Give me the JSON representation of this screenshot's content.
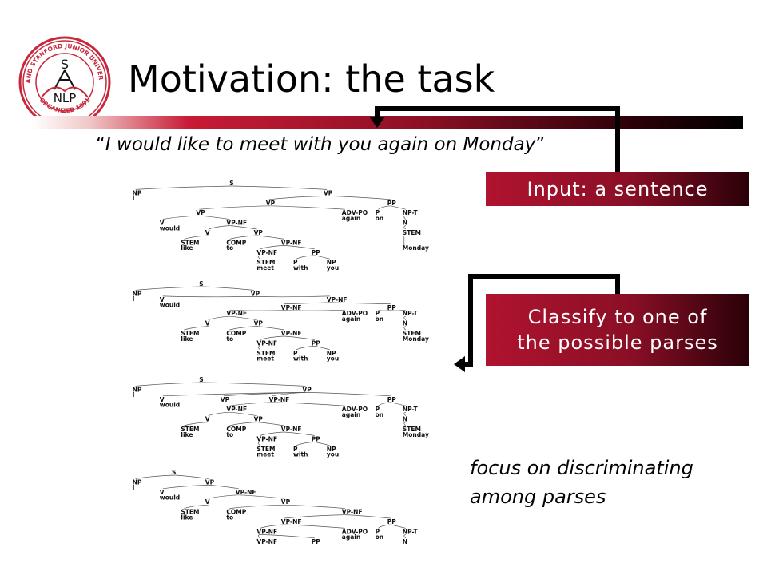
{
  "slide": {
    "title": "Motivation: the task",
    "quote_open": "“",
    "quote_text": "I would like to meet with you again on Monday",
    "quote_close": "”",
    "input_box": "Input: a sentence",
    "classify_box_line1": "Classify to one of",
    "classify_box_line2": "the possible parses",
    "focus_line1": "focus on discriminating",
    "focus_line2": "among parses"
  },
  "logo": {
    "top_text": "LELAND STANFORD JUNIOR UNIVERSITY",
    "bottom_text": "ORGANIZED 1891",
    "center_top": "S",
    "center_bottom": "NLP"
  },
  "colors": {
    "accent_red": "#b0132f",
    "dark": "#000000"
  },
  "parse_trees": [
    {
      "nodes": [
        {
          "id": "S",
          "label": "S",
          "col": 0.34,
          "row": 0
        },
        {
          "id": "NP",
          "label": "NP",
          "col": 0.02,
          "row": 1,
          "parent": "S"
        },
        {
          "id": "VP0",
          "label": "VP",
          "col": 0.65,
          "row": 1,
          "parent": "S"
        },
        {
          "id": "I",
          "label": "I",
          "col": 0.02,
          "row": 1.55,
          "parent": "NP",
          "leaf": true
        },
        {
          "id": "VP1",
          "label": "VP",
          "col": 0.46,
          "row": 2,
          "parent": "VP0"
        },
        {
          "id": "PP",
          "label": "PP",
          "col": 0.86,
          "row": 2,
          "parent": "VP0"
        },
        {
          "id": "VP2",
          "label": "VP",
          "col": 0.23,
          "row": 3,
          "parent": "VP1"
        },
        {
          "id": "ADV",
          "label": "ADV-PO",
          "col": 0.71,
          "row": 3,
          "parent": "VP1"
        },
        {
          "id": "P",
          "label": "P",
          "col": 0.82,
          "row": 3,
          "parent": "PP"
        },
        {
          "id": "NPT",
          "label": "NP-T",
          "col": 0.91,
          "row": 3,
          "parent": "PP"
        },
        {
          "id": "again",
          "label": "again",
          "col": 0.71,
          "row": 3.55,
          "parent": "ADV",
          "leaf": true
        },
        {
          "id": "on",
          "label": "on",
          "col": 0.82,
          "row": 3.55,
          "parent": "P",
          "leaf": true
        },
        {
          "id": "V",
          "label": "V",
          "col": 0.11,
          "row": 4,
          "parent": "VP2"
        },
        {
          "id": "VPNF",
          "label": "VP-NF",
          "col": 0.33,
          "row": 4,
          "parent": "VP2"
        },
        {
          "id": "N",
          "label": "N",
          "col": 0.91,
          "row": 4,
          "parent": "NPT"
        },
        {
          "id": "would",
          "label": "would",
          "col": 0.11,
          "row": 4.55,
          "parent": "V",
          "leaf": true
        },
        {
          "id": "V2",
          "label": "V",
          "col": 0.26,
          "row": 5,
          "parent": "VPNF"
        },
        {
          "id": "VP3",
          "label": "VP",
          "col": 0.42,
          "row": 5,
          "parent": "VPNF"
        },
        {
          "id": "STEM2",
          "label": "STEM",
          "col": 0.91,
          "row": 5,
          "parent": "N"
        },
        {
          "id": "STEM",
          "label": "STEM",
          "col": 0.18,
          "row": 6,
          "parent": "V2"
        },
        {
          "id": "COMP",
          "label": "COMP",
          "col": 0.33,
          "row": 6,
          "parent": "VP3"
        },
        {
          "id": "VPNF2",
          "label": "VP-NF",
          "col": 0.51,
          "row": 6,
          "parent": "VP3"
        },
        {
          "id": "Monday",
          "label": "Monday",
          "col": 0.91,
          "row": 6.55,
          "parent": "STEM2",
          "leaf": true
        },
        {
          "id": "like",
          "label": "like",
          "col": 0.18,
          "row": 6.55,
          "parent": "STEM",
          "leaf": true
        },
        {
          "id": "to",
          "label": "to",
          "col": 0.33,
          "row": 6.55,
          "parent": "COMP",
          "leaf": true
        },
        {
          "id": "VPNF3",
          "label": "VP-NF",
          "col": 0.43,
          "row": 7,
          "parent": "VPNF2"
        },
        {
          "id": "PP2",
          "label": "PP",
          "col": 0.61,
          "row": 7,
          "parent": "VPNF2"
        },
        {
          "id": "STEM3",
          "label": "STEM",
          "col": 0.43,
          "row": 8,
          "parent": "VPNF3"
        },
        {
          "id": "P2",
          "label": "P",
          "col": 0.55,
          "row": 8,
          "parent": "PP2"
        },
        {
          "id": "NP2",
          "label": "NP",
          "col": 0.66,
          "row": 8,
          "parent": "PP2"
        },
        {
          "id": "meet",
          "label": "meet",
          "col": 0.43,
          "row": 8.55,
          "parent": "STEM3",
          "leaf": true
        },
        {
          "id": "with",
          "label": "with",
          "col": 0.55,
          "row": 8.55,
          "parent": "P2",
          "leaf": true
        },
        {
          "id": "you",
          "label": "you",
          "col": 0.66,
          "row": 8.55,
          "parent": "NP2",
          "leaf": true
        }
      ]
    },
    {
      "nodes": [
        {
          "id": "S",
          "label": "S",
          "col": 0.24,
          "row": 0
        },
        {
          "id": "NP",
          "label": "NP",
          "col": 0.02,
          "row": 1,
          "parent": "S"
        },
        {
          "id": "VP0",
          "label": "VP",
          "col": 0.41,
          "row": 1,
          "parent": "S"
        },
        {
          "id": "I",
          "label": "I",
          "col": 0.02,
          "row": 1.55,
          "parent": "NP",
          "leaf": true
        },
        {
          "id": "V",
          "label": "V",
          "col": 0.11,
          "row": 1.6,
          "parent": "VP0"
        },
        {
          "id": "VPNFa",
          "label": "VP-NF",
          "col": 0.66,
          "row": 1.6,
          "parent": "VP0"
        },
        {
          "id": "would",
          "label": "would",
          "col": 0.11,
          "row": 2.15,
          "parent": "V",
          "leaf": true
        },
        {
          "id": "VPNFb",
          "label": "VP-NF",
          "col": 0.51,
          "row": 2.4,
          "parent": "VPNFa"
        },
        {
          "id": "PP",
          "label": "PP",
          "col": 0.86,
          "row": 2.4,
          "parent": "VPNFa"
        },
        {
          "id": "VPNF",
          "label": "VP-NF",
          "col": 0.33,
          "row": 3,
          "parent": "VPNFb"
        },
        {
          "id": "ADV",
          "label": "ADV-PO",
          "col": 0.71,
          "row": 3,
          "parent": "VPNFb"
        },
        {
          "id": "P",
          "label": "P",
          "col": 0.82,
          "row": 3,
          "parent": "PP"
        },
        {
          "id": "NPT",
          "label": "NP-T",
          "col": 0.91,
          "row": 3,
          "parent": "PP"
        },
        {
          "id": "again",
          "label": "again",
          "col": 0.71,
          "row": 3.55,
          "parent": "ADV",
          "leaf": true
        },
        {
          "id": "on",
          "label": "on",
          "col": 0.82,
          "row": 3.55,
          "parent": "P",
          "leaf": true
        },
        {
          "id": "V2",
          "label": "V",
          "col": 0.26,
          "row": 4,
          "parent": "VPNF"
        },
        {
          "id": "VP3",
          "label": "VP",
          "col": 0.42,
          "row": 4,
          "parent": "VPNF"
        },
        {
          "id": "N",
          "label": "N",
          "col": 0.91,
          "row": 4,
          "parent": "NPT"
        },
        {
          "id": "STEM",
          "label": "STEM",
          "col": 0.18,
          "row": 5,
          "parent": "V2"
        },
        {
          "id": "COMP",
          "label": "COMP",
          "col": 0.33,
          "row": 5,
          "parent": "VP3"
        },
        {
          "id": "VPNF2",
          "label": "VP-NF",
          "col": 0.51,
          "row": 5,
          "parent": "VP3"
        },
        {
          "id": "STEM2",
          "label": "STEM",
          "col": 0.91,
          "row": 5,
          "parent": "N"
        },
        {
          "id": "like",
          "label": "like",
          "col": 0.18,
          "row": 5.55,
          "parent": "STEM",
          "leaf": true
        },
        {
          "id": "to",
          "label": "to",
          "col": 0.33,
          "row": 5.55,
          "parent": "COMP",
          "leaf": true
        },
        {
          "id": "Monday",
          "label": "Monday",
          "col": 0.91,
          "row": 5.55,
          "parent": "STEM2",
          "leaf": true
        },
        {
          "id": "VPNF3",
          "label": "VP-NF",
          "col": 0.43,
          "row": 6,
          "parent": "VPNF2"
        },
        {
          "id": "PP2",
          "label": "PP",
          "col": 0.61,
          "row": 6,
          "parent": "VPNF2"
        },
        {
          "id": "STEM3",
          "label": "STEM",
          "col": 0.43,
          "row": 7,
          "parent": "VPNF3"
        },
        {
          "id": "P2",
          "label": "P",
          "col": 0.55,
          "row": 7,
          "parent": "PP2"
        },
        {
          "id": "NP2",
          "label": "NP",
          "col": 0.66,
          "row": 7,
          "parent": "PP2"
        },
        {
          "id": "meet",
          "label": "meet",
          "col": 0.43,
          "row": 7.55,
          "parent": "STEM3",
          "leaf": true
        },
        {
          "id": "with",
          "label": "with",
          "col": 0.55,
          "row": 7.55,
          "parent": "P2",
          "leaf": true
        },
        {
          "id": "you",
          "label": "you",
          "col": 0.66,
          "row": 7.55,
          "parent": "NP2",
          "leaf": true
        }
      ]
    },
    {
      "nodes": [
        {
          "id": "S",
          "label": "S",
          "col": 0.24,
          "row": 0
        },
        {
          "id": "NP",
          "label": "NP",
          "col": 0.02,
          "row": 1,
          "parent": "S"
        },
        {
          "id": "VP0",
          "label": "VP",
          "col": 0.58,
          "row": 1,
          "parent": "S"
        },
        {
          "id": "I",
          "label": "I",
          "col": 0.02,
          "row": 1.55,
          "parent": "NP",
          "leaf": true
        },
        {
          "id": "V",
          "label": "V",
          "col": 0.11,
          "row": 2,
          "parent": "VP0"
        },
        {
          "id": "VPa",
          "label": "VP",
          "col": 0.31,
          "row": 2,
          "parent": "VP0"
        },
        {
          "id": "VPNFa",
          "label": "VP-NF",
          "col": 0.47,
          "row": 2,
          "parent": "VP0"
        },
        {
          "id": "PP",
          "label": "PP",
          "col": 0.86,
          "row": 2,
          "parent": "VP0"
        },
        {
          "id": "would",
          "label": "would",
          "col": 0.11,
          "row": 2.55,
          "parent": "V",
          "leaf": true
        },
        {
          "id": "VPNF",
          "label": "VP-NF",
          "col": 0.33,
          "row": 3,
          "parent": "VPNFa"
        },
        {
          "id": "ADV",
          "label": "ADV-PO",
          "col": 0.71,
          "row": 3,
          "parent": "VPNFa"
        },
        {
          "id": "P",
          "label": "P",
          "col": 0.82,
          "row": 3,
          "parent": "PP"
        },
        {
          "id": "NPT",
          "label": "NP-T",
          "col": 0.91,
          "row": 3,
          "parent": "PP"
        },
        {
          "id": "again",
          "label": "again",
          "col": 0.71,
          "row": 3.55,
          "parent": "ADV",
          "leaf": true
        },
        {
          "id": "on",
          "label": "on",
          "col": 0.82,
          "row": 3.55,
          "parent": "P",
          "leaf": true
        },
        {
          "id": "V2",
          "label": "V",
          "col": 0.26,
          "row": 4,
          "parent": "VPNF"
        },
        {
          "id": "VP3",
          "label": "VP",
          "col": 0.42,
          "row": 4,
          "parent": "VPNF"
        },
        {
          "id": "N",
          "label": "N",
          "col": 0.91,
          "row": 4,
          "parent": "NPT"
        },
        {
          "id": "STEM",
          "label": "STEM",
          "col": 0.18,
          "row": 5,
          "parent": "V2"
        },
        {
          "id": "COMP",
          "label": "COMP",
          "col": 0.33,
          "row": 5,
          "parent": "VP3"
        },
        {
          "id": "VPNF2",
          "label": "VP-NF",
          "col": 0.51,
          "row": 5,
          "parent": "VP3"
        },
        {
          "id": "STEM2",
          "label": "STEM",
          "col": 0.91,
          "row": 5,
          "parent": "N"
        },
        {
          "id": "like",
          "label": "like",
          "col": 0.18,
          "row": 5.55,
          "parent": "STEM",
          "leaf": true
        },
        {
          "id": "to",
          "label": "to",
          "col": 0.33,
          "row": 5.55,
          "parent": "COMP",
          "leaf": true
        },
        {
          "id": "Monday",
          "label": "Monday",
          "col": 0.91,
          "row": 5.55,
          "parent": "STEM2",
          "leaf": true
        },
        {
          "id": "VPNF3",
          "label": "VP-NF",
          "col": 0.43,
          "row": 6,
          "parent": "VPNF2"
        },
        {
          "id": "PP2",
          "label": "PP",
          "col": 0.61,
          "row": 6,
          "parent": "VPNF2"
        },
        {
          "id": "STEM3",
          "label": "STEM",
          "col": 0.43,
          "row": 7,
          "parent": "VPNF3"
        },
        {
          "id": "P2",
          "label": "P",
          "col": 0.55,
          "row": 7,
          "parent": "PP2"
        },
        {
          "id": "NP2",
          "label": "NP",
          "col": 0.66,
          "row": 7,
          "parent": "PP2"
        },
        {
          "id": "meet",
          "label": "meet",
          "col": 0.43,
          "row": 7.55,
          "parent": "STEM3",
          "leaf": true
        },
        {
          "id": "with",
          "label": "with",
          "col": 0.55,
          "row": 7.55,
          "parent": "P2",
          "leaf": true
        },
        {
          "id": "you",
          "label": "you",
          "col": 0.66,
          "row": 7.55,
          "parent": "NP2",
          "leaf": true
        }
      ]
    },
    {
      "nodes": [
        {
          "id": "S",
          "label": "S",
          "col": 0.15,
          "row": 0
        },
        {
          "id": "NP",
          "label": "NP",
          "col": 0.02,
          "row": 1,
          "parent": "S"
        },
        {
          "id": "VP0",
          "label": "VP",
          "col": 0.26,
          "row": 1,
          "parent": "S"
        },
        {
          "id": "I",
          "label": "I",
          "col": 0.02,
          "row": 1.55,
          "parent": "NP",
          "leaf": true
        },
        {
          "id": "V",
          "label": "V",
          "col": 0.11,
          "row": 2,
          "parent": "VP0"
        },
        {
          "id": "VPNFa",
          "label": "VP-NF",
          "col": 0.36,
          "row": 2,
          "parent": "VP0"
        },
        {
          "id": "would",
          "label": "would",
          "col": 0.11,
          "row": 2.55,
          "parent": "V",
          "leaf": true
        },
        {
          "id": "V2",
          "label": "V",
          "col": 0.26,
          "row": 3,
          "parent": "VPNFa"
        },
        {
          "id": "VP3",
          "label": "VP",
          "col": 0.51,
          "row": 3,
          "parent": "VPNFa"
        },
        {
          "id": "STEM",
          "label": "STEM",
          "col": 0.18,
          "row": 4,
          "parent": "V2"
        },
        {
          "id": "COMP",
          "label": "COMP",
          "col": 0.33,
          "row": 4,
          "parent": "VP3"
        },
        {
          "id": "VPNFb",
          "label": "VP-NF",
          "col": 0.71,
          "row": 4,
          "parent": "VP3"
        },
        {
          "id": "like",
          "label": "like",
          "col": 0.18,
          "row": 4.55,
          "parent": "STEM",
          "leaf": true
        },
        {
          "id": "to",
          "label": "to",
          "col": 0.33,
          "row": 4.55,
          "parent": "COMP",
          "leaf": true
        },
        {
          "id": "VPNFc",
          "label": "VP-NF",
          "col": 0.51,
          "row": 5,
          "parent": "VPNFb"
        },
        {
          "id": "PP",
          "label": "PP",
          "col": 0.86,
          "row": 5,
          "parent": "VPNFb"
        },
        {
          "id": "VPNF",
          "label": "VP-NF",
          "col": 0.43,
          "row": 6,
          "parent": "VPNFc"
        },
        {
          "id": "ADV",
          "label": "ADV-PO",
          "col": 0.71,
          "row": 6,
          "parent": "VPNFc"
        },
        {
          "id": "P",
          "label": "P",
          "col": 0.82,
          "row": 6,
          "parent": "PP"
        },
        {
          "id": "NPT",
          "label": "NP-T",
          "col": 0.91,
          "row": 6,
          "parent": "PP"
        },
        {
          "id": "again",
          "label": "again",
          "col": 0.71,
          "row": 6.55,
          "parent": "ADV",
          "leaf": true
        },
        {
          "id": "on",
          "label": "on",
          "col": 0.82,
          "row": 6.55,
          "parent": "P",
          "leaf": true
        },
        {
          "id": "VPNF3",
          "label": "VP-NF",
          "col": 0.43,
          "row": 7,
          "parent": "VPNF"
        },
        {
          "id": "PP2",
          "label": "PP",
          "col": 0.61,
          "row": 7,
          "parent": "VPNF"
        },
        {
          "id": "N",
          "label": "N",
          "col": 0.91,
          "row": 7,
          "parent": "NPT"
        }
      ]
    }
  ]
}
